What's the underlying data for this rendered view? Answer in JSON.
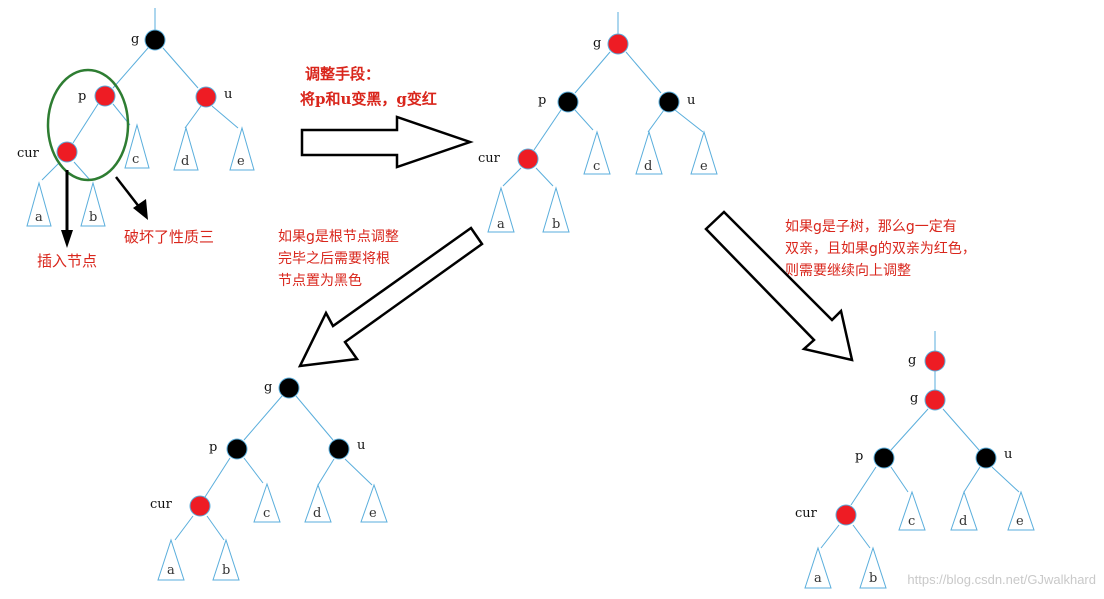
{
  "labels": {
    "g": "g",
    "p": "p",
    "u": "u",
    "cur": "cur",
    "a": "a",
    "b": "b",
    "c": "c",
    "d": "d",
    "e": "e"
  },
  "notes": {
    "insert_node": "插入节点",
    "breaks_property": "破坏了性质三",
    "adjust_title": "调整手段：",
    "adjust_body": "将p和u变黑，g变红",
    "root_case": [
      "如果g是根节点调整",
      "完毕之后需要将根",
      "节点置为黑色"
    ],
    "subtree_case": [
      "如果g是子树，那么g一定有",
      "双亲，且如果g的双亲为红色，",
      "则需要继续向上调整"
    ]
  },
  "watermark": "https://blog.csdn.net/GJwalkhard",
  "colors": {
    "red": "#ee1c24",
    "black": "#000000",
    "edge": "#5aaedc",
    "ellipse": "#2e7d32",
    "text_red": "#d9261c"
  }
}
